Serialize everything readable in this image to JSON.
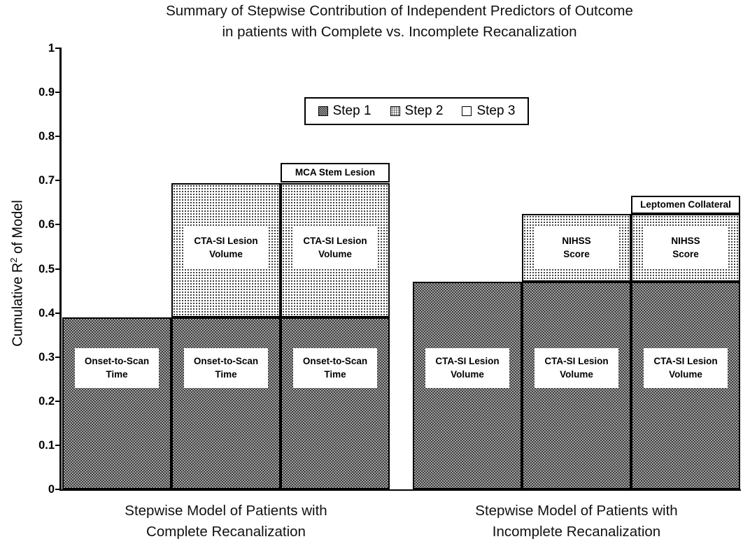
{
  "chart_data": {
    "type": "bar",
    "stacked": true,
    "title": "Summary of Stepwise Contribution of Independent Predictors of Outcome in patients with Complete vs. Incomplete Recanalization",
    "title_lines": [
      "Summary of Stepwise Contribution of Independent Predictors of Outcome",
      "in patients with Complete vs. Incomplete Recanalization"
    ],
    "ylabel": "Cumulative R2 of Model",
    "ylabel_parts": {
      "pre": "Cumulative R",
      "sup": "2",
      "post": " of Model"
    },
    "xlabel": "",
    "ylim": [
      0,
      1
    ],
    "yticks": [
      0,
      0.1,
      0.2,
      0.3,
      0.4,
      0.5,
      0.6,
      0.7,
      0.8,
      0.9,
      1
    ],
    "ytick_labels": [
      "0",
      "0.1",
      "0.2",
      "0.3",
      "0.4",
      "0.5",
      "0.6",
      "0.7",
      "0.8",
      "0.9",
      "1"
    ],
    "grid": false,
    "legend": {
      "position": "top-center",
      "entries": [
        {
          "label": "Step 1",
          "pattern": "dark-checker"
        },
        {
          "label": "Step 2",
          "pattern": "light-dots"
        },
        {
          "label": "Step 3",
          "pattern": "white"
        }
      ]
    },
    "groups": [
      {
        "label": "Stepwise Model of Patients with Complete Recanalization",
        "label_lines": [
          "Stepwise Model of Patients with",
          "Complete Recanalization"
        ],
        "bars": [
          {
            "segments": [
              {
                "step": 1,
                "from": 0,
                "to": 0.39,
                "label": "Onset-to-Scan Time",
                "label_lines": [
                  "Onset-to-Scan",
                  "Time"
                ]
              }
            ]
          },
          {
            "segments": [
              {
                "step": 1,
                "from": 0,
                "to": 0.39,
                "label": "Onset-to-Scan Time",
                "label_lines": [
                  "Onset-to-Scan",
                  "Time"
                ]
              },
              {
                "step": 2,
                "from": 0.39,
                "to": 0.695,
                "label": "CTA-SI Lesion Volume",
                "label_lines": [
                  "CTA-SI Lesion",
                  "Volume"
                ]
              }
            ]
          },
          {
            "segments": [
              {
                "step": 1,
                "from": 0,
                "to": 0.39,
                "label": "Onset-to-Scan Time",
                "label_lines": [
                  "Onset-to-Scan",
                  "Time"
                ]
              },
              {
                "step": 2,
                "from": 0.39,
                "to": 0.695,
                "label": "CTA-SI Lesion Volume",
                "label_lines": [
                  "CTA-SI Lesion",
                  "Volume"
                ]
              },
              {
                "step": 3,
                "from": 0.695,
                "to": 0.74,
                "label": "MCA Stem Lesion",
                "label_lines": [
                  "MCA Stem Lesion"
                ]
              }
            ]
          }
        ]
      },
      {
        "label": "Stepwise Model of Patients with Incomplete Recanalization",
        "label_lines": [
          "Stepwise Model of Patients with",
          "Incomplete Recanalization"
        ],
        "bars": [
          {
            "segments": [
              {
                "step": 1,
                "from": 0,
                "to": 0.47,
                "label": "CTA-SI Lesion Volume",
                "label_lines": [
                  "CTA-SI Lesion",
                  "Volume"
                ]
              }
            ]
          },
          {
            "segments": [
              {
                "step": 1,
                "from": 0,
                "to": 0.47,
                "label": "CTA-SI Lesion Volume",
                "label_lines": [
                  "CTA-SI Lesion",
                  "Volume"
                ]
              },
              {
                "step": 2,
                "from": 0.47,
                "to": 0.625,
                "label": "NIHSS Score",
                "label_lines": [
                  "NIHSS",
                  "Score"
                ]
              }
            ]
          },
          {
            "segments": [
              {
                "step": 1,
                "from": 0,
                "to": 0.47,
                "label": "CTA-SI Lesion Volume",
                "label_lines": [
                  "CTA-SI Lesion",
                  "Volume"
                ]
              },
              {
                "step": 2,
                "from": 0.47,
                "to": 0.625,
                "label": "NIHSS Score",
                "label_lines": [
                  "NIHSS",
                  "Score"
                ]
              },
              {
                "step": 3,
                "from": 0.625,
                "to": 0.665,
                "label": "Leptomen Collateral",
                "label_lines": [
                  "Leptomen Collateral"
                ]
              }
            ]
          }
        ]
      }
    ],
    "colors": {
      "background": "#ffffff",
      "axis": "#000000",
      "text": "#000000",
      "step1_checker_dark": "#3f3f3f",
      "step1_checker_light": "#a2a2a2",
      "step2_dot": "#2e2e2e",
      "step2_bg": "#ffffff",
      "step3_bg": "#ffffff"
    }
  }
}
